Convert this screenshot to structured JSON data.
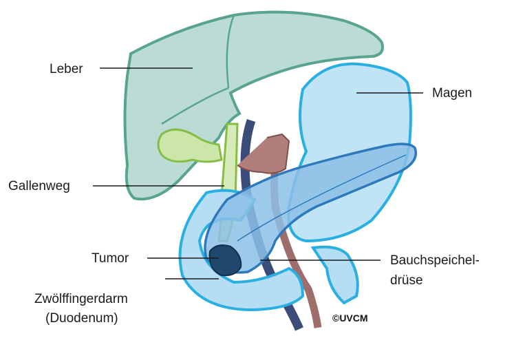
{
  "labels": {
    "liver": "Leber",
    "stomach": "Magen",
    "bile_duct": "Gallenweg",
    "tumor": "Tumor",
    "pancreas_line1": "Bauchspeichel-",
    "pancreas_line2": "drüse",
    "duodenum_line1": "Zwölffingerdarm",
    "duodenum_line2": "(Duodenum)"
  },
  "copyright": "©UVCM",
  "colors": {
    "liver_fill": "#badcd5",
    "liver_stroke": "#58a48e",
    "stomach_fill": "#b5def4",
    "stomach_stroke": "#29afe2",
    "pancreas_fill": "#8cc0e6",
    "pancreas_stroke": "#2c79bd",
    "gall_fill": "#cbe6a8",
    "gall_stroke": "#86bd45",
    "vein": "#3b4c78",
    "artery": "#9f6e6c",
    "tumor": "#1f486c"
  }
}
